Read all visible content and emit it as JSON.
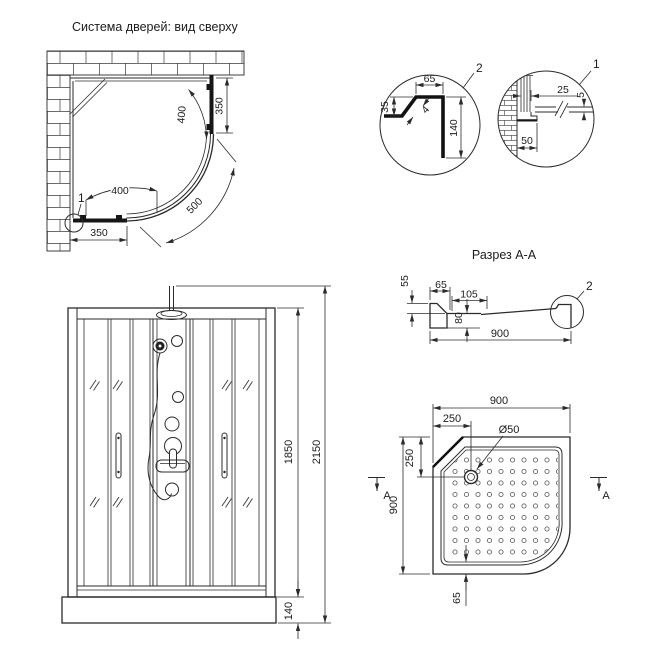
{
  "colors": {
    "ink": "#2b2b2b",
    "bg": "#ffffff"
  },
  "top_view": {
    "title": "Система дверей: вид сверху",
    "dim_right_350": "350",
    "dim_door_right_400": "400",
    "dim_door_bottom_400": "400",
    "dim_radius_500": "500",
    "dim_bottom_350": "350",
    "callout_1": "1"
  },
  "detail_2": {
    "label": "2",
    "dim_65": "65",
    "dim_35": "35",
    "dim_4": "4",
    "dim_140": "140"
  },
  "detail_1": {
    "label": "1",
    "dim_25": "25",
    "dim_5": "5",
    "dim_50": "50"
  },
  "section_aa": {
    "title": "Разрез А-А",
    "label": "2",
    "dim_55": "55",
    "dim_65": "65",
    "dim_105": "105",
    "dim_80": "80",
    "dim_900": "900"
  },
  "front_view": {
    "dim_1850": "1850",
    "dim_2150": "2150",
    "dim_140": "140"
  },
  "tray_view": {
    "dim_top_900": "900",
    "dim_top_250": "250",
    "dim_drain": "Ø50",
    "dim_left_250": "250",
    "dim_left_900": "900",
    "dim_65": "65",
    "marker_a_left": "А",
    "marker_a_right": "А"
  }
}
